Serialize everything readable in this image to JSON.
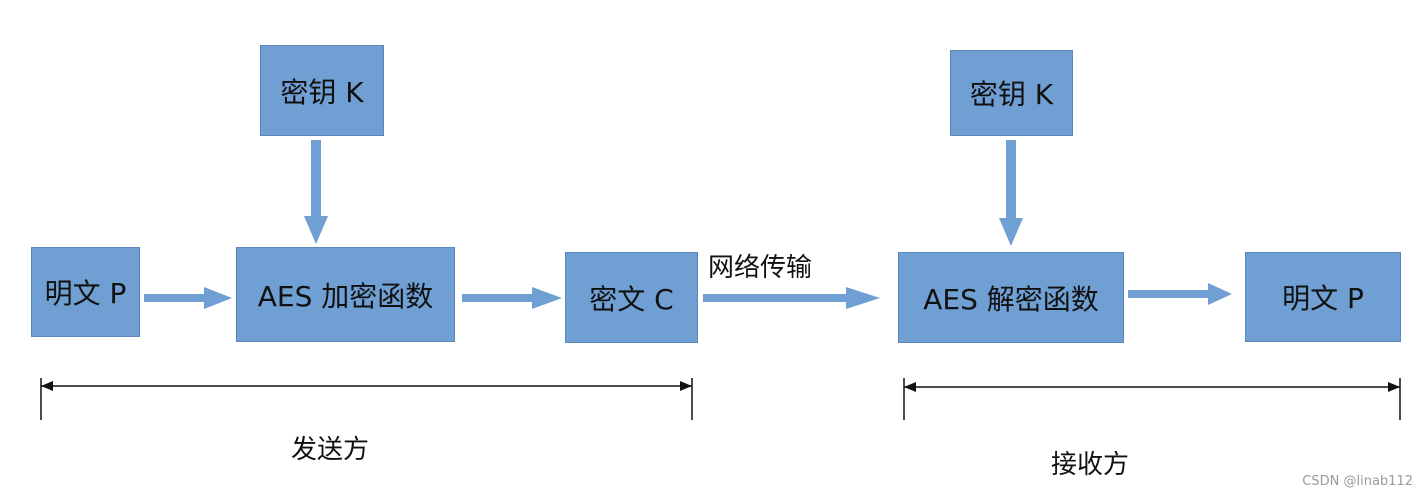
{
  "colors": {
    "box_fill": "#6f9fd3",
    "box_border": "#5a86b9",
    "arrow": "#6f9fd3",
    "bracket": "#111111"
  },
  "sender": {
    "key": "密钥 K",
    "plaintext": "明文 P",
    "encrypt": "AES 加密函数",
    "ciphertext": "密文  C",
    "label": "发送方"
  },
  "transmission": {
    "label": "网络传输"
  },
  "receiver": {
    "key": "密钥 K",
    "decrypt": "AES 解密函数",
    "plaintext": "明文 P",
    "label": "接收方"
  },
  "watermark": "CSDN @linab112"
}
